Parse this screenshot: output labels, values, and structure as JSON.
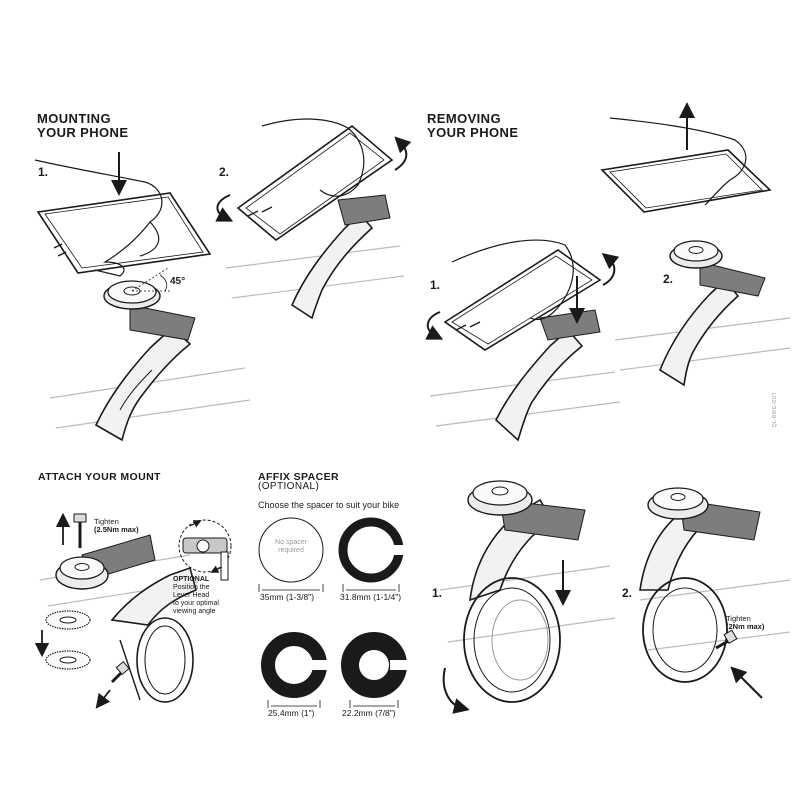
{
  "sections": {
    "mounting": {
      "line1": "MOUNTING",
      "line2": "YOUR PHONE",
      "step1": "1.",
      "step2": "2.",
      "angle": "45°"
    },
    "removing": {
      "line1": "REMOVING",
      "line2": "YOUR PHONE",
      "step1": "1.",
      "step2": "2."
    },
    "attach": {
      "title": "ATTACH YOUR MOUNT",
      "tighten_label": "Tighten",
      "tighten_value": "(2.5Nm max)",
      "optional_title": "OPTIONAL",
      "optional_lines": [
        "Position the",
        "Lever Head",
        "to your optimal",
        "viewing angle"
      ]
    },
    "spacer": {
      "title": "AFFIX SPACER",
      "subtitle": "(OPTIONAL)",
      "instruction": "Choose the spacer to suit your bike",
      "no_spacer_lines": [
        "No spacer",
        "required"
      ],
      "sizes": [
        "35mm (1-3/8\")",
        "31.8mm (1-1/4\")",
        "25.4mm (1\")",
        "22.2mm (7/8\")"
      ]
    },
    "install": {
      "step1": "1.",
      "step2": "2.",
      "tighten_label": "Tighten",
      "tighten_value": "(2Nm max)"
    }
  },
  "side_code": "QL-BIKE-OUT"
}
